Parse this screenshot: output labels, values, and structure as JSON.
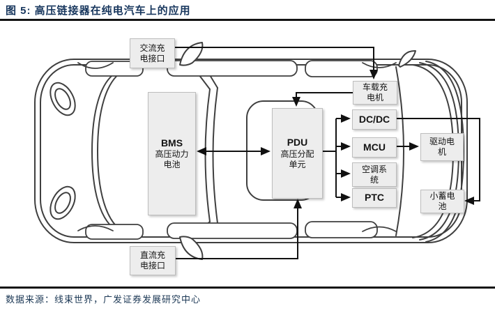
{
  "header": {
    "title": "图 5: 高压链接器在纯电汽车上的应用"
  },
  "footer": {
    "source": "数据来源：线束世界，广发证券发展研究中心"
  },
  "colors": {
    "title_text": "#17365d",
    "rule": "#131313",
    "connector": "#111111",
    "node_fill": "#ededed",
    "node_border": "#bdbdbd",
    "car_sketch_stroke": "#3f3f3f"
  },
  "nodes": {
    "ac_port": {
      "lines": [
        "交流充",
        "电接口"
      ]
    },
    "obc": {
      "lines": [
        "车载充",
        "电机"
      ]
    },
    "bms": {
      "en": "BMS",
      "lines": [
        "高压动力",
        "电池"
      ]
    },
    "pdu": {
      "en": "PDU",
      "lines": [
        "高压分配",
        "单元"
      ]
    },
    "dcdc": {
      "en": "DC/DC"
    },
    "mcu": {
      "en": "MCU"
    },
    "hvac": {
      "lines": [
        "空调系",
        "统"
      ]
    },
    "ptc": {
      "en": "PTC"
    },
    "motor": {
      "lines": [
        "驱动电",
        "机"
      ]
    },
    "aux_battery": {
      "lines": [
        "小蓄电",
        "池"
      ]
    },
    "dc_port": {
      "lines": [
        "直流充",
        "电接口"
      ]
    }
  }
}
